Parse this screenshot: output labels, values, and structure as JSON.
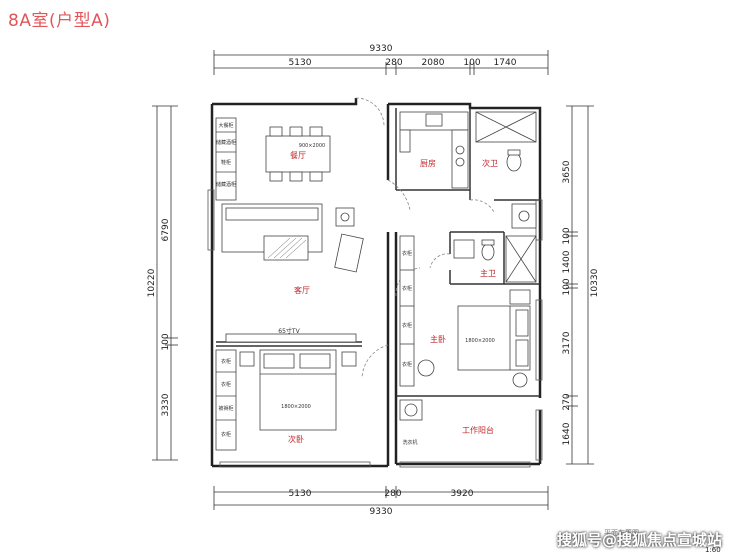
{
  "title": "8A室(户型A)",
  "dimensions": {
    "top_total": "9330",
    "top_segments": [
      "5130",
      "280",
      "2080",
      "100",
      "1740"
    ],
    "bottom_total": "9330",
    "bottom_segments": [
      "5130",
      "280",
      "3920"
    ],
    "left_total": "10220",
    "left_segments": [
      "6790",
      "100",
      "3330"
    ],
    "right_total": "10330",
    "right_segments": [
      "3650",
      "100",
      "1400",
      "100",
      "3170",
      "270",
      "1640"
    ]
  },
  "rooms": {
    "dining": "餐厅",
    "living": "客厅",
    "second_bedroom": "次卧",
    "kitchen": "厨房",
    "second_bath": "次卫",
    "master_bath": "主卫",
    "master_bedroom": "主卧",
    "work_balcony": "工作阳台"
  },
  "furniture": {
    "dining_table": "900×2000",
    "tv": "65寸TV",
    "bed_second": "1800×2000",
    "bed_master": "1800×2000",
    "dining_cabinets": [
      "大餐柜",
      "储藏酒柜",
      "鞋柜",
      "储藏酒柜"
    ],
    "second_bedroom_cabinets": [
      "衣柜",
      "衣柜",
      "被褥柜",
      "衣柜"
    ],
    "master_cabinets": [
      "衣柜",
      "衣柜",
      "衣柜",
      "衣柜"
    ],
    "laundry": "洗衣机"
  },
  "caption": "平面布置图",
  "scale": "1:60",
  "watermark": "搜狐号@搜狐焦点宣城站"
}
